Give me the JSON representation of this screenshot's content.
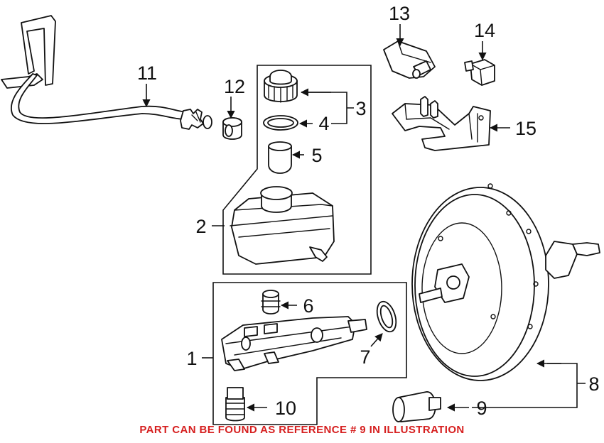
{
  "colors": {
    "line": "#111111",
    "note": "#d61f1f",
    "background": "#ffffff"
  },
  "callouts": {
    "c1": "1",
    "c2": "2",
    "c3": "3",
    "c4": "4",
    "c5": "5",
    "c6": "6",
    "c7": "7",
    "c8": "8",
    "c9": "9",
    "c10": "10",
    "c11": "11",
    "c12": "12",
    "c13": "13",
    "c14": "14",
    "c15": "15"
  },
  "note": "PART CAN BE FOUND AS REFERENCE # 9 IN ILLUSTRATION"
}
